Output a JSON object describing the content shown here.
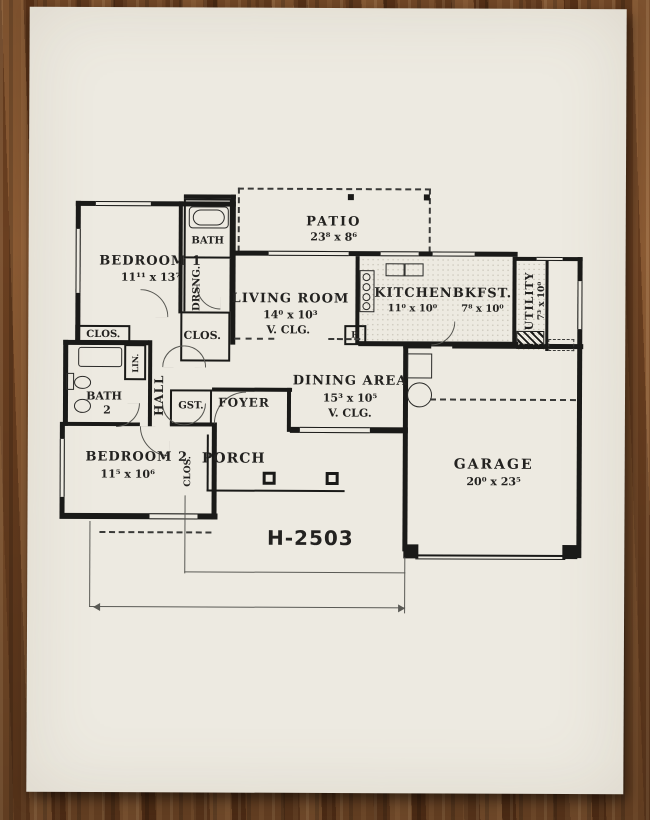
{
  "plan": {
    "plan_number": "H-2503",
    "rooms": {
      "patio": {
        "name": "PATIO",
        "dims": "23⁸ x 8⁶"
      },
      "bedroom1": {
        "name": "BEDROOM 1",
        "dims": "11¹¹ x 13⁷"
      },
      "bath1": {
        "name": "BATH"
      },
      "dressing": {
        "name": "DRSNG."
      },
      "clos_bed1": {
        "name": "CLOS."
      },
      "clos_hall": {
        "name": "CLOS."
      },
      "living": {
        "name": "LIVING ROOM",
        "dims": "14⁰ x 10³",
        "ceiling": "V. CLG."
      },
      "kitchen": {
        "name": "KITCHEN",
        "dims": "11⁰ x 10⁰"
      },
      "breakfast": {
        "name": "BKFST.",
        "dims": "7⁸ x 10⁰"
      },
      "pantry": {
        "name": "P."
      },
      "utility": {
        "name": "UTILITY",
        "dims": "7³ x 10⁰"
      },
      "dining": {
        "name": "DINING AREA",
        "dims": "15³ x 10⁵",
        "ceiling": "V. CLG."
      },
      "hall": {
        "name": "HALL"
      },
      "linen": {
        "name": "LIN."
      },
      "bath2": {
        "name": "BATH",
        "number": "2"
      },
      "guest_closet": {
        "name": "GST."
      },
      "foyer": {
        "name": "FOYER"
      },
      "clos_bed2": {
        "name": "CLOS."
      },
      "bedroom2": {
        "name": "BEDROOM 2",
        "dims": "11⁵ x 10⁶"
      },
      "porch": {
        "name": "PORCH"
      },
      "garage": {
        "name": "GARAGE",
        "dims": "20⁰ x 23⁵"
      }
    },
    "colors": {
      "paper": "#edeae1",
      "ink": "#1a1a18",
      "wood": "#7c4e2a"
    }
  }
}
